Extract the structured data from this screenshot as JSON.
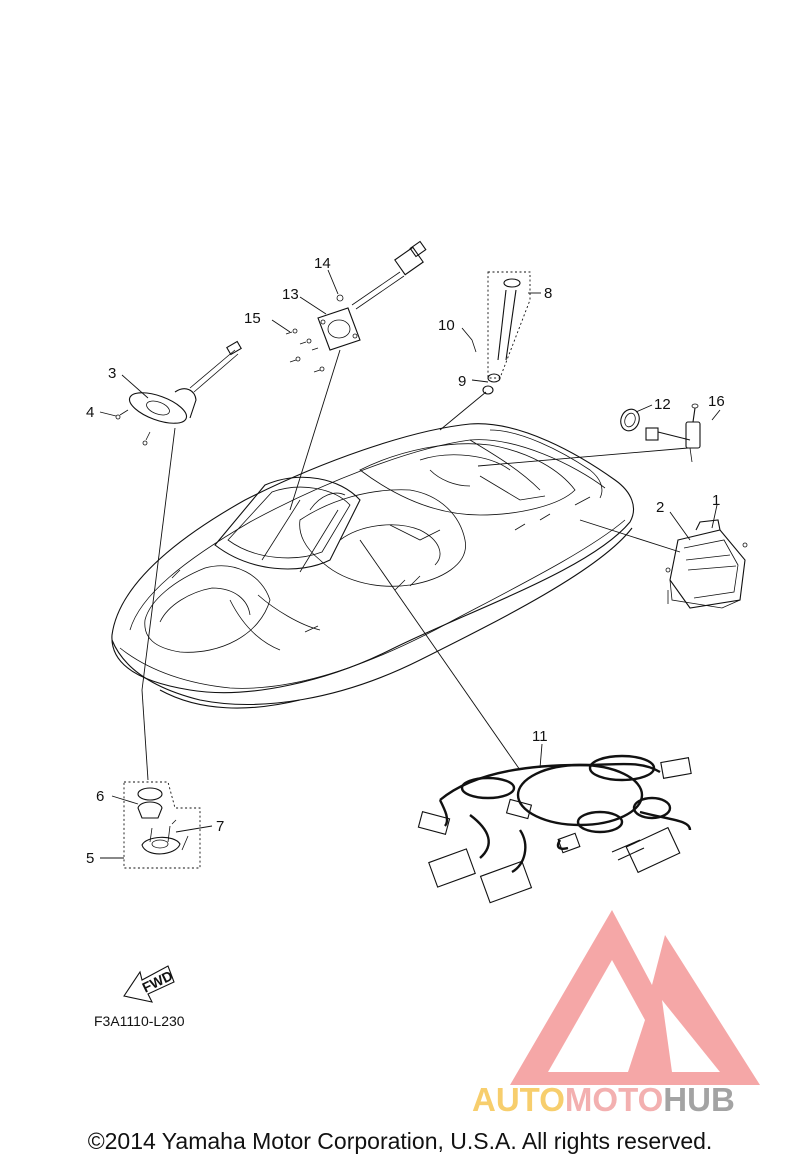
{
  "callouts": [
    {
      "label": "1"
    },
    {
      "label": "2"
    },
    {
      "label": "3"
    },
    {
      "label": "4"
    },
    {
      "label": "5"
    },
    {
      "label": "6"
    },
    {
      "label": "7"
    },
    {
      "label": "8"
    },
    {
      "label": "9"
    },
    {
      "label": "10"
    },
    {
      "label": "11"
    },
    {
      "label": "12"
    },
    {
      "label": "13"
    },
    {
      "label": "14"
    },
    {
      "label": "15"
    },
    {
      "label": "16"
    }
  ],
  "fwd_label": "FWD",
  "figure_code": "F3A1110-L230",
  "watermark": {
    "brand": "AUTOMOTOHUB",
    "parts": [
      "AUTO",
      "MOTO",
      "HUB"
    ],
    "colors": {
      "auto": "#f7c95e",
      "moto": "#f2a8a8",
      "hub": "#9a9a9a",
      "logo": "#f28a8a"
    }
  },
  "copyright": "©2014 Yamaha Motor Corporation, U.S.A. All rights reserved."
}
